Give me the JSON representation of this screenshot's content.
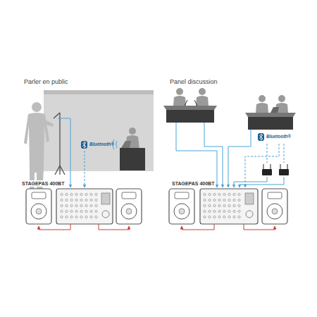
{
  "diagram": {
    "nodes": [
      {
        "text": [
          "STAGEPAS 400BT"
        ]
      },
      {
        "text": [
          "STAGEPAS 400BT"
        ]
      }
    ],
    "labels": [
      "Parler en public",
      "Bluetooth®",
      "Panel discussion",
      "Bluetooth®"
    ]
  }
}
